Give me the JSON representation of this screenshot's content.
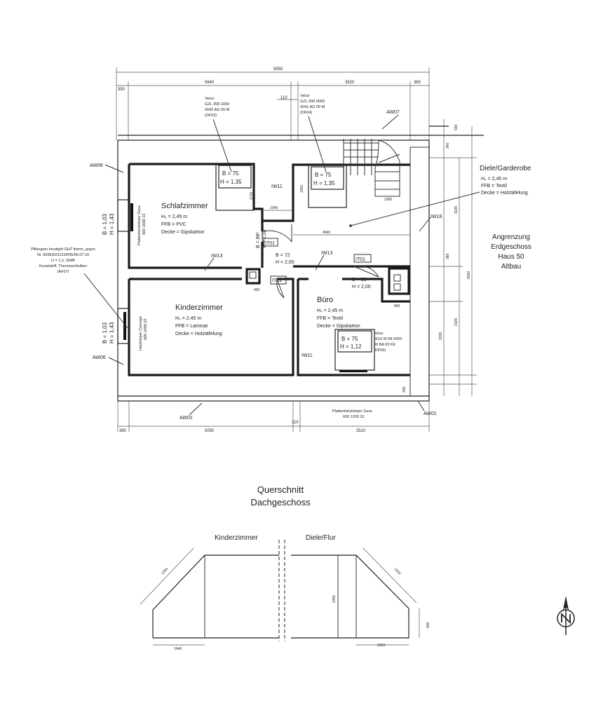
{
  "colors": {
    "ink": "#1b1b1b",
    "paper": "#ffffff"
  },
  "plan": {
    "rooms": {
      "schlafzimmer": {
        "name": "Schlafzimmer",
        "hs": "Hₛ = 2,45 m",
        "ffb": "FFB = PVC",
        "decke": "Decke = Gipskarton"
      },
      "kinderzimmer": {
        "name": "Kinderzimmer",
        "hs": "Hₛ = 2,45 m",
        "ffb": "FFB = Laminat",
        "decke": "Decke = Holztäfelung"
      },
      "buero": {
        "name": "Büro",
        "hs": "Hₛ = 2,45 m",
        "ffb": "FFB = Textil",
        "decke": "Decke = Gipskarton"
      },
      "diele": {
        "name": "Diele/Garderobe",
        "hs": "Hₛ = 2,45 m",
        "ffb": "FFB = Textil",
        "decke": "Decke = Holztäfelung"
      }
    },
    "neighbor": {
      "l1": "Angrenzung",
      "l2": "Erdgeschoss",
      "l3": "Haus 50",
      "l4": "Altbau"
    },
    "velux": {
      "df03": {
        "l1": "Velux",
        "l2": "GZL 308 1000",
        "l3": "0042 AG 09 M",
        "l4": "(DF03)"
      },
      "df04": {
        "l1": "Velux",
        "l2": "GZL 308 0000",
        "l3": "0041 AG 09 M",
        "l4": "(DF04)"
      },
      "df05": {
        "l1": "Velux",
        "l2": "GGU M 08 0059",
        "l3": "09 BA 03 KE",
        "l4": "(DF05)"
      }
    },
    "windows": {
      "w1": {
        "b": "B = 75",
        "h": "H = 1,35"
      },
      "w2": {
        "b": "B = 75",
        "h": "H = 1,35"
      },
      "w3": {
        "b": "B = 75",
        "h": "H = 1,12"
      },
      "side1": {
        "b": "B = 1,03",
        "h": "H = 1,43"
      },
      "side2": {
        "b": "B = 1,03",
        "h": "H = 1,43"
      }
    },
    "doors": {
      "it01a": "IT01",
      "it01b": "IT01",
      "it01c": "IT01",
      "d1b": "B = 88⁵",
      "d1h": "H = 2,00",
      "d2b": "B = 72",
      "d2h": "H = 2,00",
      "d3b": "B = 88⁵",
      "d3h": "H = 2,00"
    },
    "walls": {
      "aw06a": "AW06",
      "aw06b": "AW06",
      "aw07": "AW07",
      "aw01a": "AW01",
      "aw01b": "AW01",
      "iw11a": "IW11",
      "iw11b": "IW11",
      "iw13a": "IW13",
      "iw13b": "IW13",
      "iw18": "IW18"
    },
    "heaters": {
      "h1": {
        "l1": "Plattenheizkörper Gera",
        "l2": "600 1660 22"
      },
      "h2": {
        "l1": "Heizkörper Concept",
        "l2": "600 1400 22"
      },
      "h3": {
        "l1": "Plattenheizkörper Gera",
        "l2": "600 1200 22"
      }
    },
    "glass": {
      "l1": "Pilkington Insulight GHT therm_argon",
      "l2": "Nr. 663630/31224/95/09.07.10",
      "l3": "U = 1,1; 30dB",
      "l4": "Kunststoff, Thermoscheiben",
      "l5": "(AF07)"
    },
    "dims": {
      "top_total": "8550",
      "top_left": "5640",
      "top_right": "3520",
      "top_a": "350",
      "top_b": "110",
      "top_c": "360",
      "bot_left": "5050",
      "bot_right": "3510",
      "bot_a": "360",
      "bot_b": "110",
      "r_total": "6000",
      "r_a": "3235",
      "r_b": "385",
      "r_c": "2295",
      "r_d": "2105",
      "r_e": "530",
      "r_f": "340",
      "i_1010": "1010",
      "i_1040": "1040",
      "i_1060": "1060",
      "i_1650": "1650",
      "i_1710": "1710",
      "i_4560": "4560",
      "i_800": "800",
      "i_460": "460",
      "i_345": "345"
    }
  },
  "section": {
    "title1": "Querschnitt",
    "title2": "Dachgeschoss",
    "left_label": "Kinderzimmer",
    "right_label": "Diele/Flur",
    "d_slope_l": "1350",
    "d_slope_r": "2200",
    "d_h": "2450",
    "d_r_wall": "830",
    "d_b_l": "1640",
    "d_b_r": "1550"
  }
}
